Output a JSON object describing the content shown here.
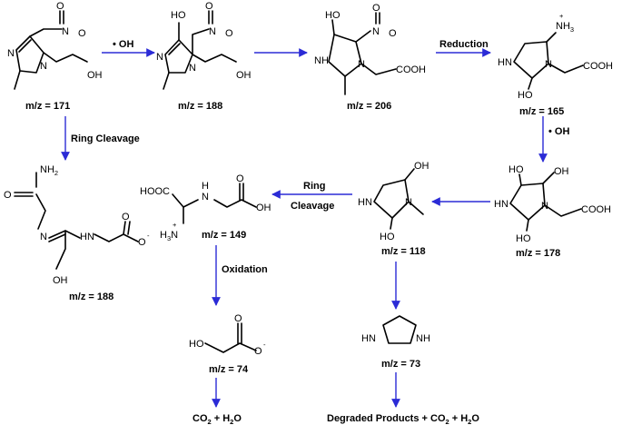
{
  "arrow_color": "#2b2bd6",
  "compounds": {
    "c1": {
      "mz": "m/z = 171",
      "atoms": {
        "no2_n": "N",
        "no2_o1": "O",
        "no2_o2": "O",
        "ring_n3": "N",
        "ring_n1": "N",
        "oh": "OH"
      }
    },
    "c2": {
      "mz": "m/z = 188",
      "atoms": {
        "ho": "HO",
        "no2_n": "N",
        "no2_o1": "O",
        "no2_o2": "O",
        "ring_n3": "N",
        "ring_n1": "N",
        "oh": "OH"
      }
    },
    "c3": {
      "mz": "m/z = 206",
      "atoms": {
        "ho": "HO",
        "no2_n": "N",
        "no2_o1": "O",
        "no2_o2": "O",
        "nh": "NH",
        "ring_n": "N",
        "cooh": "COOH"
      }
    },
    "c4": {
      "mz": "m/z = 165",
      "atoms": {
        "nh3": "NH",
        "nh3_sub": "3",
        "nh3_plus": "+",
        "hn": "HN",
        "ring_n": "N",
        "ho": "HO",
        "cooh": "COOH"
      }
    },
    "c5": {
      "mz": "m/z = 178",
      "atoms": {
        "ho": "HO",
        "oh": "OH",
        "hn": "HN",
        "ring_n": "N",
        "ho2": "HO",
        "cooh": "COOH"
      }
    },
    "c6": {
      "mz": "m/z = 118",
      "atoms": {
        "oh": "OH",
        "hn": "HN",
        "ring_n": "N",
        "ho": "HO"
      }
    },
    "c7": {
      "mz": "m/z = 149",
      "atoms": {
        "hooc": "HOOC",
        "nh": "N",
        "nh_h": "H",
        "o": "O",
        "oh": "OH",
        "h3n_h": "H",
        "h3n_sub": "3",
        "h3n_n": "N",
        "h3n_plus": "+"
      }
    },
    "c8": {
      "mz": "m/z = 188",
      "atoms": {
        "nh2": "NH",
        "nh2_sub": "2",
        "o": "O",
        "n": "N",
        "hn": "HN",
        "o2": "O",
        "o_minus": "O",
        "minus": "-",
        "oh": "OH"
      }
    },
    "c9": {
      "mz": "m/z = 74",
      "atoms": {
        "o": "O",
        "ho": "HO",
        "o_minus": "O",
        "minus": "-"
      }
    },
    "c10": {
      "mz": "m/z = 73",
      "atoms": {
        "hn": "HN",
        "nh": "NH"
      }
    }
  },
  "steps": {
    "oh1": "• OH",
    "reduction": "Reduction",
    "oh2": "• OH",
    "ring_cleavage_1": "Ring Cleavage",
    "ring_cleavage_2_line1": "Ring",
    "ring_cleavage_2_line2": "Cleavage",
    "oxidation": "Oxidation"
  },
  "final": {
    "co2_h2o": {
      "co": "CO",
      "two1": "2",
      "plus": " + H",
      "two2": "2",
      "o": "O"
    },
    "degraded": {
      "text": "Degraded Products + CO",
      "two1": "2",
      "plus": " + H",
      "two2": "2",
      "o": "O"
    }
  }
}
